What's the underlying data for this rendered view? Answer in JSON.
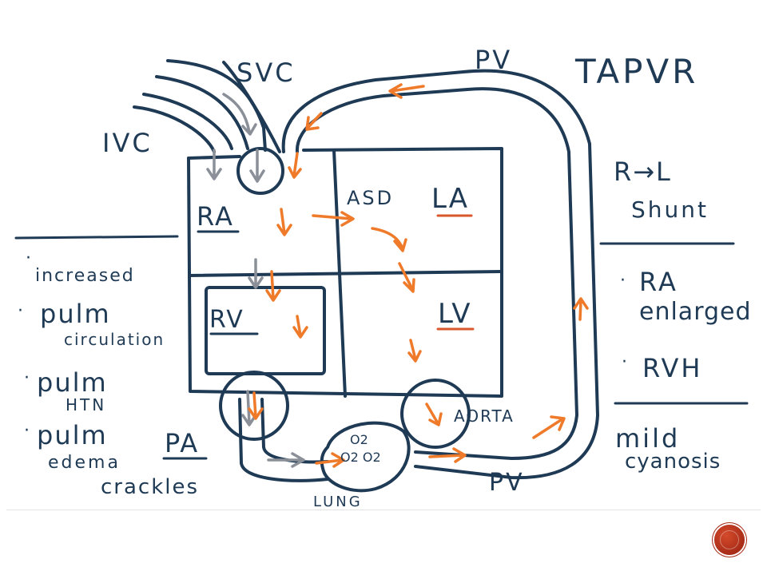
{
  "slide": {
    "title": "TAPVR",
    "vessels": {
      "svc": "SVC",
      "ivc": "IVC",
      "pv_top": "PV",
      "pv_bottom": "PV",
      "aorta": "AORTA",
      "pa": "PA",
      "lung": "LUNG"
    },
    "chambers": {
      "ra": "RA",
      "rv": "RV",
      "la": "LA",
      "lv": "LV",
      "asd": "ASD"
    },
    "oxygen": [
      "O2",
      "O2 O2"
    ],
    "left_notes": [
      {
        "text": [
          "increased"
        ]
      },
      {
        "text": [
          "pulm",
          "circulation"
        ]
      },
      {
        "text": [
          "pulm",
          "HTN"
        ]
      },
      {
        "text": [
          "pulm",
          "edema"
        ]
      },
      {
        "text": [
          "crackles"
        ]
      }
    ],
    "right_notes": {
      "shunt_a": "R→L",
      "shunt_b": "Shunt",
      "finding1_a": "RA",
      "finding1_b": "enlarged",
      "finding2": "RVH",
      "finding3_a": "mild",
      "finding3_b": "cyanosis"
    }
  },
  "colors": {
    "ink": "#1f3a55",
    "arrow_oxygenated": "#ee7a2a",
    "arrow_deoxygenated": "#8a8f98",
    "nav_button": "#b8321b"
  },
  "icons": {
    "nav": "circle-button"
  }
}
